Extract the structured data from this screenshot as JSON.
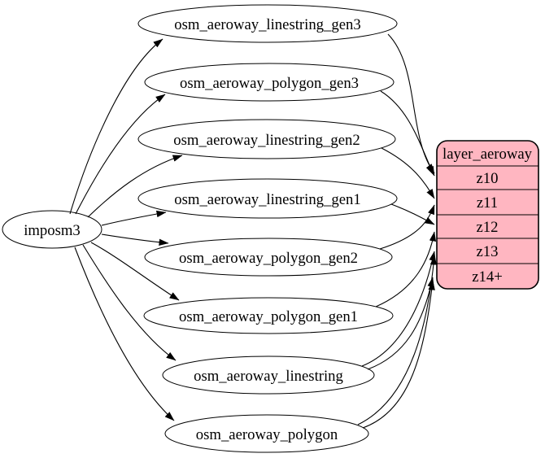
{
  "nodes": {
    "source": {
      "label": "imposm3"
    },
    "tables": [
      {
        "label": "osm_aeroway_linestring_gen3"
      },
      {
        "label": "osm_aeroway_polygon_gen3"
      },
      {
        "label": "osm_aeroway_linestring_gen2"
      },
      {
        "label": "osm_aeroway_linestring_gen1"
      },
      {
        "label": "osm_aeroway_polygon_gen2"
      },
      {
        "label": "osm_aeroway_polygon_gen1"
      },
      {
        "label": "osm_aeroway_linestring"
      },
      {
        "label": "osm_aeroway_polygon"
      }
    ],
    "layer": {
      "title": "layer_aeroway",
      "rows": [
        {
          "label": "z10"
        },
        {
          "label": "z11"
        },
        {
          "label": "z12"
        },
        {
          "label": "z13"
        },
        {
          "label": "z14+"
        }
      ]
    }
  },
  "colors": {
    "layer_fill": "#ffb6c1",
    "table_fill": "#ffffff",
    "stroke": "#000000"
  },
  "edges": [
    {
      "from": "imposm3",
      "to": "osm_aeroway_linestring_gen3"
    },
    {
      "from": "imposm3",
      "to": "osm_aeroway_polygon_gen3"
    },
    {
      "from": "imposm3",
      "to": "osm_aeroway_linestring_gen2"
    },
    {
      "from": "imposm3",
      "to": "osm_aeroway_linestring_gen1"
    },
    {
      "from": "imposm3",
      "to": "osm_aeroway_polygon_gen2"
    },
    {
      "from": "imposm3",
      "to": "osm_aeroway_polygon_gen1"
    },
    {
      "from": "imposm3",
      "to": "osm_aeroway_linestring"
    },
    {
      "from": "imposm3",
      "to": "osm_aeroway_polygon"
    },
    {
      "from": "osm_aeroway_linestring_gen3",
      "to": "layer_aeroway:z10"
    },
    {
      "from": "osm_aeroway_polygon_gen3",
      "to": "layer_aeroway:z10"
    },
    {
      "from": "osm_aeroway_linestring_gen2",
      "to": "layer_aeroway:z11"
    },
    {
      "from": "osm_aeroway_polygon_gen2",
      "to": "layer_aeroway:z11"
    },
    {
      "from": "osm_aeroway_linestring_gen1",
      "to": "layer_aeroway:z12"
    },
    {
      "from": "osm_aeroway_polygon_gen1",
      "to": "layer_aeroway:z12"
    },
    {
      "from": "osm_aeroway_linestring",
      "to": "layer_aeroway:z13"
    },
    {
      "from": "osm_aeroway_polygon",
      "to": "layer_aeroway:z13"
    },
    {
      "from": "osm_aeroway_linestring",
      "to": "layer_aeroway:z14+"
    },
    {
      "from": "osm_aeroway_polygon",
      "to": "layer_aeroway:z14+"
    }
  ]
}
